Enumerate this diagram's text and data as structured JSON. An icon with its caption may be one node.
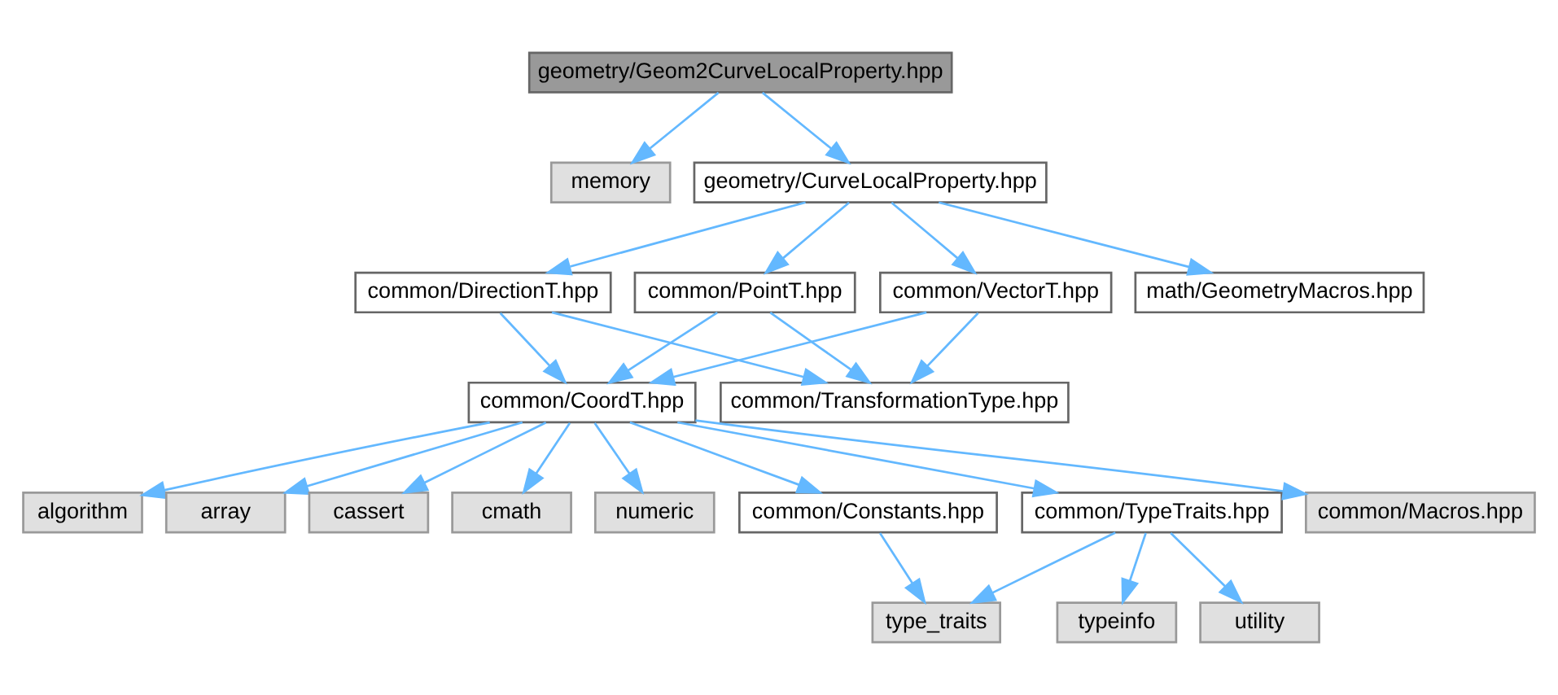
{
  "diagram": {
    "nodes": [
      {
        "text": [
          "geometry/Geom2CurveLocalProperty.hpp"
        ]
      },
      {
        "text": [
          "memory"
        ]
      },
      {
        "text": [
          "geometry/CurveLocalProperty.hpp"
        ]
      },
      {
        "text": [
          "common/DirectionT.hpp"
        ]
      },
      {
        "text": [
          "common/PointT.hpp"
        ]
      },
      {
        "text": [
          "common/VectorT.hpp"
        ]
      },
      {
        "text": [
          "math/GeometryMacros.hpp"
        ]
      },
      {
        "text": [
          "common/CoordT.hpp"
        ]
      },
      {
        "text": [
          "common/TransformationType.hpp"
        ]
      },
      {
        "text": [
          "algorithm"
        ]
      },
      {
        "text": [
          "array"
        ]
      },
      {
        "text": [
          "cassert"
        ]
      },
      {
        "text": [
          "cmath"
        ]
      },
      {
        "text": [
          "numeric"
        ]
      },
      {
        "text": [
          "common/Constants.hpp"
        ]
      },
      {
        "text": [
          "common/TypeTraits.hpp"
        ]
      },
      {
        "text": [
          "common/Macros.hpp"
        ]
      },
      {
        "text": [
          "type_traits"
        ]
      },
      {
        "text": [
          "utility"
        ]
      },
      {
        "text": [
          "typeinfo"
        ]
      }
    ],
    "edges": [
      {
        "from": 0,
        "to": 1,
        "arrow": "to"
      },
      {
        "from": 0,
        "to": 2,
        "arrow": "to"
      },
      {
        "from": 2,
        "to": 3,
        "arrow": "to"
      },
      {
        "from": 2,
        "to": 4,
        "arrow": "to"
      },
      {
        "from": 2,
        "to": 5,
        "arrow": "to"
      },
      {
        "from": 2,
        "to": 6,
        "arrow": "to"
      },
      {
        "from": 3,
        "to": 7,
        "arrow": "to"
      },
      {
        "from": 3,
        "to": 8,
        "arrow": "to"
      },
      {
        "from": 4,
        "to": 7,
        "arrow": "to"
      },
      {
        "from": 4,
        "to": 8,
        "arrow": "to"
      },
      {
        "from": 5,
        "to": 7,
        "arrow": "to"
      },
      {
        "from": 5,
        "to": 8,
        "arrow": "to"
      },
      {
        "from": 7,
        "to": 9,
        "arrow": "to"
      },
      {
        "from": 7,
        "to": 10,
        "arrow": "to"
      },
      {
        "from": 7,
        "to": 11,
        "arrow": "to"
      },
      {
        "from": 7,
        "to": 12,
        "arrow": "to"
      },
      {
        "from": 7,
        "to": 13,
        "arrow": "to"
      },
      {
        "from": 7,
        "to": 14,
        "arrow": "to"
      },
      {
        "from": 7,
        "to": 15,
        "arrow": "to"
      },
      {
        "from": 7,
        "to": 16,
        "arrow": "to"
      },
      {
        "from": 14,
        "to": 17,
        "arrow": "to"
      },
      {
        "from": 15,
        "to": 17,
        "arrow": "to"
      },
      {
        "from": 15,
        "to": 18,
        "arrow": "to"
      },
      {
        "from": 15,
        "to": 19,
        "arrow": "to"
      }
    ]
  }
}
